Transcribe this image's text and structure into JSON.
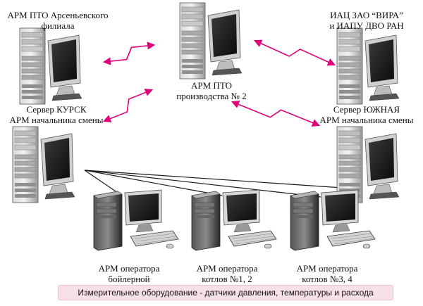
{
  "colors": {
    "link": "#e0007a",
    "cable": "#1a1a1a",
    "footer_bg": "#f7e1e8"
  },
  "nodes": {
    "arsenyev": {
      "line1": "АРМ ПТО Арсеньевского",
      "line2": "филиала",
      "icon": "tower-computer-icon"
    },
    "pto2": {
      "line1": "АРМ ПТО",
      "line2": "производства № 2",
      "icon": "tower-computer-icon"
    },
    "iac": {
      "line1": "ИАЦ ЗАО “ВИРА”",
      "line2": "и ИАПУ ДВО РАН",
      "icon": "tower-computer-icon"
    },
    "kursk": {
      "line1": "Сервер КУРСК",
      "line2": "АРМ начальника смены",
      "icon": "tower-computer-icon"
    },
    "yuzhnaya": {
      "line1": "Сервер ЮЖНАЯ",
      "line2": "АРМ начальника смены",
      "icon": "tower-computer-icon"
    },
    "op_boiler": {
      "line1": "АРМ оператора",
      "line2": "бойлерной",
      "icon": "desktop-workstation-icon"
    },
    "op_12": {
      "line1": "АРМ оператора",
      "line2": "котлов №1, 2",
      "icon": "desktop-workstation-icon"
    },
    "op_34": {
      "line1": "АРМ оператора",
      "line2": "котлов №3, 4",
      "icon": "desktop-workstation-icon"
    }
  },
  "links": {
    "wireless_icon": "lightning-link-icon",
    "pairs": [
      [
        "arsenyev",
        "pto2"
      ],
      [
        "pto2",
        "iac"
      ],
      [
        "pto2",
        "kursk"
      ],
      [
        "pto2",
        "yuzhnaya"
      ]
    ],
    "wired": [
      [
        "kursk",
        "op_boiler"
      ],
      [
        "kursk",
        "op_12"
      ],
      [
        "kursk",
        "op_34"
      ],
      [
        "kursk",
        "yuzhnaya"
      ]
    ]
  },
  "footer": {
    "text": "Измерительное оборудование - датчики давления, температуры и расхода"
  }
}
